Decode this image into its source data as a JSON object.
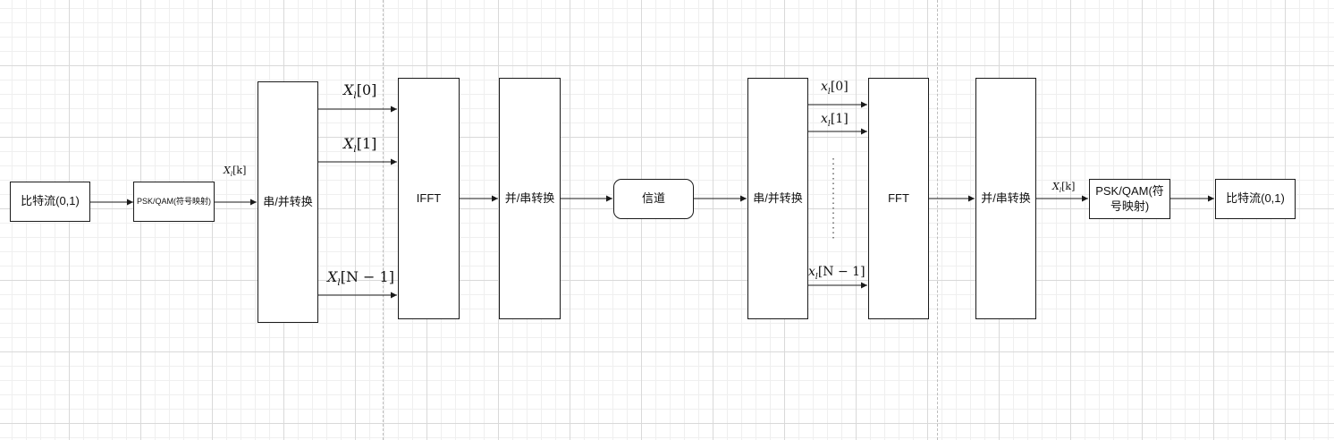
{
  "colors": {
    "stroke": "#1a1a1a",
    "grid_major": "#d9d9d9",
    "grid_minor": "#efefef",
    "divider": "#bdbdbd"
  },
  "blocks": {
    "bitstream_in": "比特流(0,1)",
    "mapper": "PSK/QAM(符号映射)",
    "sp_tx": "串/并转换",
    "ifft": "IFFT",
    "ps_tx": "并/串转换",
    "channel": "信道",
    "sp_rx": "串/并转换",
    "fft": "FFT",
    "ps_rx": "并/串转换",
    "demapper": "PSK/QAM(符号映射)",
    "bitstream_out": "比特流(0,1)"
  },
  "labels": {
    "tx_in": {
      "sym": "X",
      "sub": "l",
      "idx": "[k]"
    },
    "tx_0": {
      "sym": "X",
      "sub": "l",
      "idx": "[0]"
    },
    "tx_1": {
      "sym": "X",
      "sub": "l",
      "idx": "[1]"
    },
    "tx_n": {
      "sym": "X",
      "sub": "l",
      "idx": "[N − 1]"
    },
    "rx_0": {
      "sym": "x",
      "sub": "l",
      "idx": "[0]"
    },
    "rx_1": {
      "sym": "x",
      "sub": "l",
      "idx": "[1]"
    },
    "rx_n": {
      "sym": "x",
      "sub": "l",
      "idx": "[N − 1]"
    },
    "rx_out": {
      "sym": "X",
      "sub": "l",
      "idx": "[k]"
    }
  }
}
